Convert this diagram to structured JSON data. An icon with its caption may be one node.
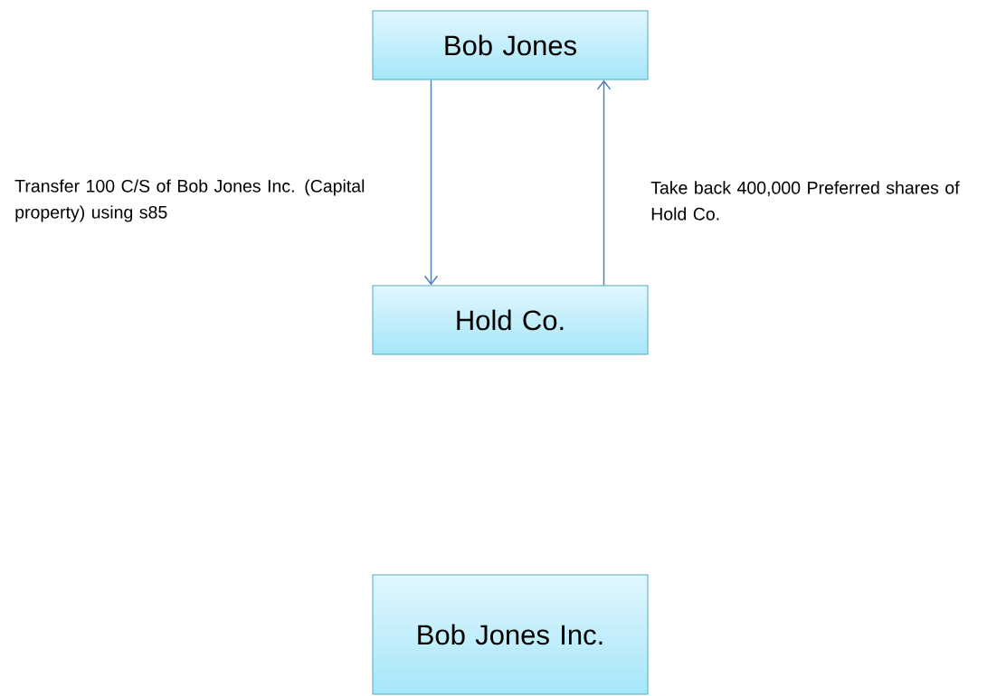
{
  "diagram": {
    "nodes": [
      {
        "text": [
          "Bob Jones"
        ]
      },
      {
        "text": [
          "Hold Co."
        ]
      },
      {
        "text": [
          "Bob Jones Inc."
        ]
      }
    ],
    "edges": [
      {
        "from": 0,
        "to": 1,
        "arrow": "to",
        "label": "Transfer 100 C/S of Bob Jones Inc. (Capital property) using s85"
      },
      {
        "from": 1,
        "to": 0,
        "arrow": "to",
        "label": "Take back 400,000 Preferred shares of Hold Co."
      }
    ]
  }
}
